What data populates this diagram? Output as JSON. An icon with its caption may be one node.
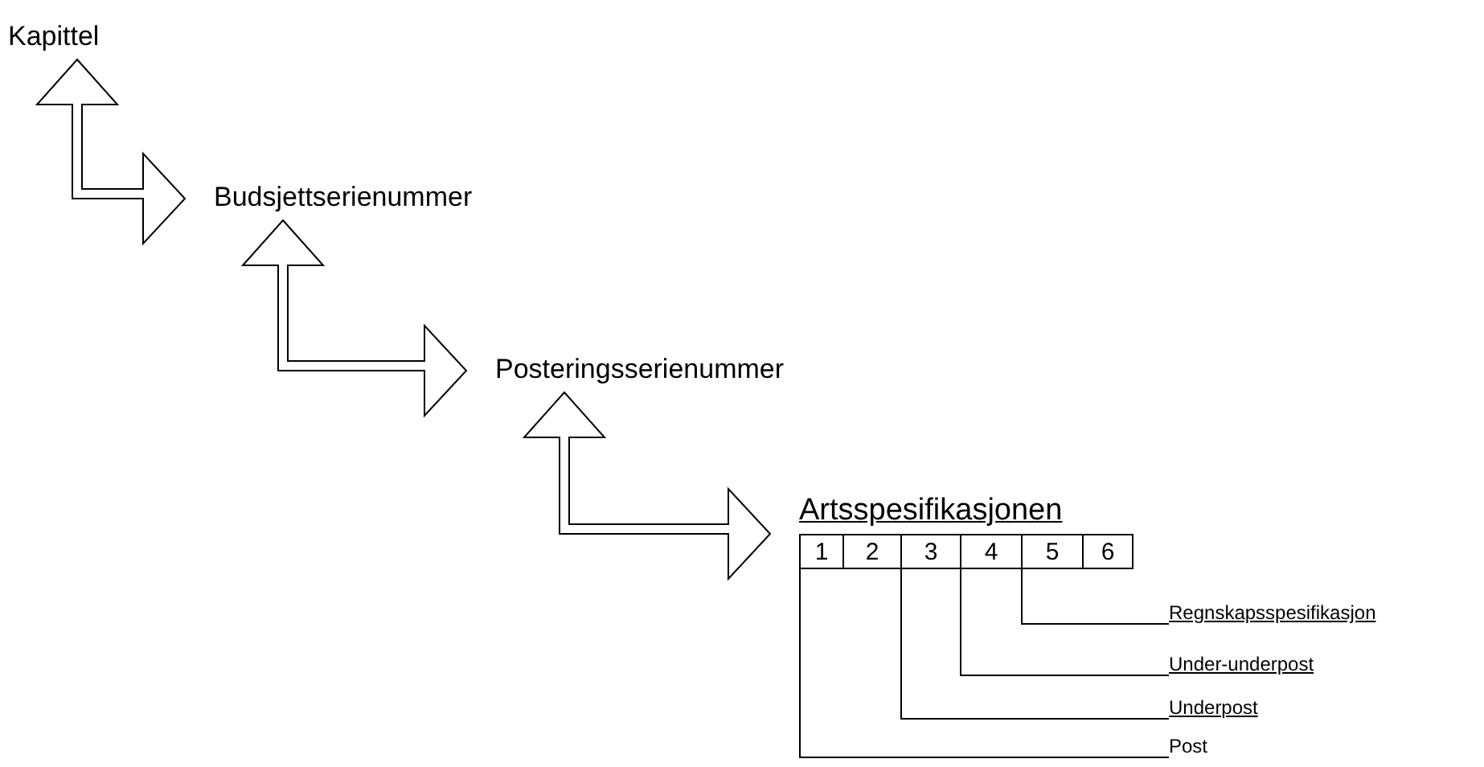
{
  "diagram": {
    "nodes": [
      {
        "text": [
          "Kapittel"
        ]
      },
      {
        "text": [
          "Budsjettserienummer"
        ]
      },
      {
        "text": [
          "Posteringsserienummer"
        ]
      },
      {
        "text": [
          "Artsspesifikasjonen"
        ]
      },
      {
        "text": [
          "1"
        ],
        "in": 3
      },
      {
        "text": [
          "2"
        ],
        "in": 3
      },
      {
        "text": [
          "3"
        ],
        "in": 3
      },
      {
        "text": [
          "4"
        ],
        "in": 3
      },
      {
        "text": [
          "5"
        ],
        "in": 3
      },
      {
        "text": [
          "6"
        ],
        "in": 3
      },
      {
        "text": [
          "Regnskapsspesifikasjon"
        ]
      },
      {
        "text": [
          "Under-underpost"
        ]
      },
      {
        "text": [
          "Underpost"
        ]
      },
      {
        "text": [
          "Post"
        ]
      }
    ],
    "edges": [
      {
        "from": 0,
        "to": 1,
        "arrow": "both"
      },
      {
        "from": 1,
        "to": 2,
        "arrow": "both"
      },
      {
        "from": 2,
        "to": 3,
        "arrow": "both"
      },
      {
        "from": 10,
        "to": 8,
        "arrow": "none"
      },
      {
        "from": 11,
        "to": 7,
        "arrow": "none"
      },
      {
        "from": 12,
        "to": 6,
        "arrow": "none"
      },
      {
        "from": 13,
        "to": 4,
        "arrow": "none"
      }
    ]
  }
}
